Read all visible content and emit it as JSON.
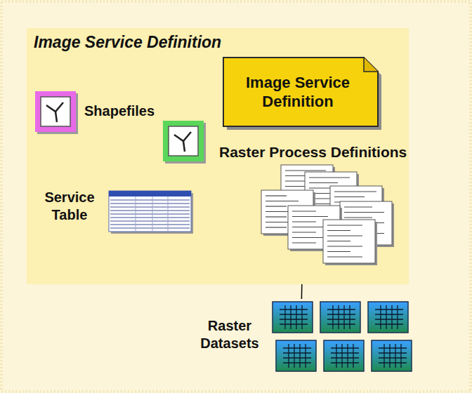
{
  "diagram": {
    "nodes": [
      {
        "text": [
          "Image Service Definition"
        ]
      },
      {
        "text": [
          "Shapefiles"
        ],
        "in": 0
      },
      {
        "text": [
          "Image Service Definition"
        ],
        "in": 0
      },
      {
        "text": [],
        "in": 0
      },
      {
        "text": [
          "Raster Process Definitions"
        ],
        "in": 0
      },
      {
        "text": [
          "Service Table"
        ],
        "in": 0
      },
      {
        "text": [
          "Raster Datasets"
        ]
      }
    ],
    "edges": [
      {
        "from": 1,
        "to": 2,
        "arrow": "to"
      },
      {
        "from": 3,
        "to": 1,
        "arrow": "to"
      },
      {
        "from": 3,
        "to": 2,
        "arrow": "to"
      },
      {
        "from": 5,
        "to": 3,
        "arrow": "to"
      },
      {
        "from": 4,
        "to": 5,
        "arrow": "to"
      },
      {
        "from": 6,
        "to": 4,
        "arrow": "to"
      }
    ]
  }
}
